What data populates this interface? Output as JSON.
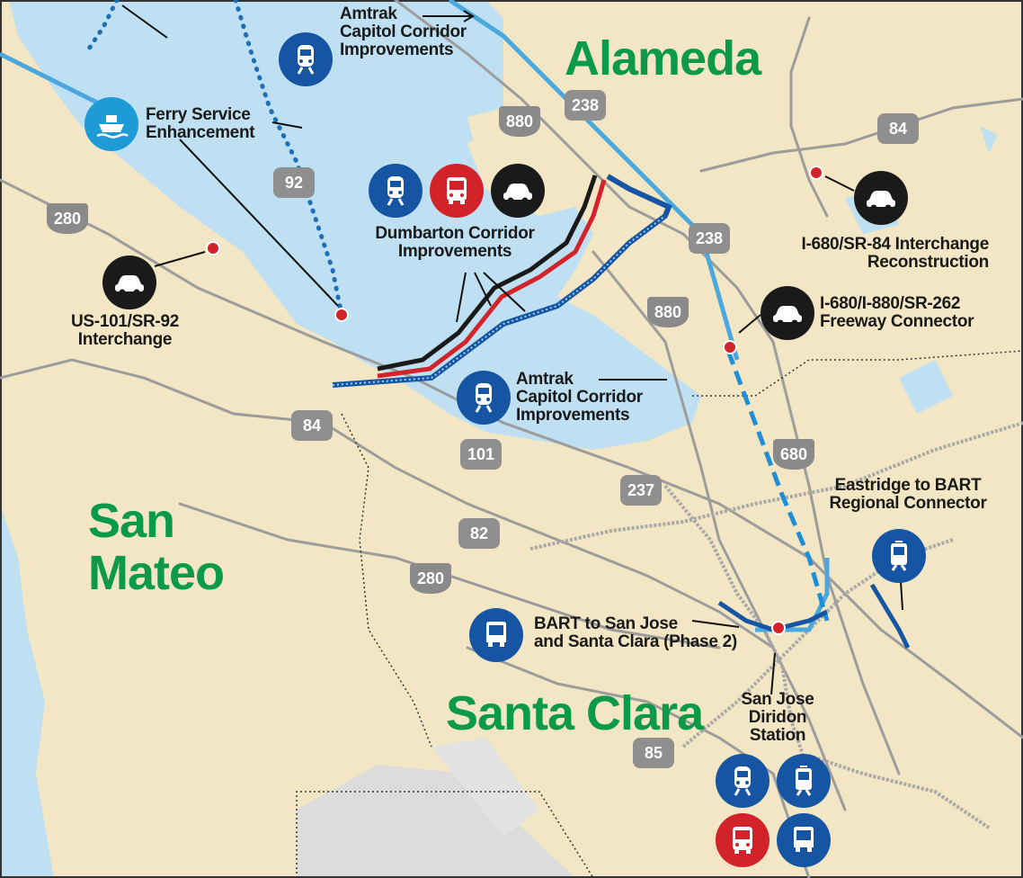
{
  "counties": {
    "alameda": "Alameda",
    "san_mateo": "San Mateo",
    "santa_clara": "Santa Clara"
  },
  "projects": {
    "amtrak_north": "Amtrak Capitol Corridor Improvements",
    "ferry": "Ferry Service Enhancement",
    "dumbarton": "Dumbarton Corridor Improvements",
    "us101_sr92": "US-101/SR-92 Interchange",
    "i680_sr84": "I-680/SR-84 Interchange Reconstruction",
    "i680_i880_sr262": "I-680/I-880/SR-262 Freeway Connector",
    "amtrak_south": "Amtrak Capitol Corridor Improvements",
    "eastridge": "Eastridge to BART Regional Connector",
    "bart_sj": "BART to San Jose and Santa Clara (Phase 2)",
    "diridon": "San Jose Diridon Station"
  },
  "labels": {
    "amtrak_north": [
      "Amtrak",
      "Capitol Corridor",
      "Improvements"
    ],
    "ferry": [
      "Ferry Service",
      "Enhancement"
    ],
    "dumbarton": [
      "Dumbarton Corridor",
      "Improvements"
    ],
    "us101_sr92": [
      "US-101/SR-92",
      "Interchange"
    ],
    "i680_sr84": [
      "I-680/SR-84 Interchange",
      "Reconstruction"
    ],
    "i680_i880_sr262": [
      "I-680/I-880/SR-262",
      "Freeway Connector"
    ],
    "amtrak_south": [
      "Amtrak",
      "Capitol Corridor",
      "Improvements"
    ],
    "eastridge": [
      "Eastridge to BART",
      "Regional Connector"
    ],
    "bart_sj": [
      "BART to San Jose",
      "and Santa Clara (Phase 2)"
    ],
    "diridon": [
      "San Jose",
      "Diridon",
      "Station"
    ]
  },
  "routes": {
    "r880a": "880",
    "r238a": "238",
    "r84a": "84",
    "r92": "92",
    "r280a": "280",
    "r238b": "238",
    "r880b": "880",
    "r84b": "84",
    "r101": "101",
    "r680": "680",
    "r237": "237",
    "r82": "82",
    "r280b": "280",
    "r85": "85"
  },
  "icons": {
    "train": "train-icon",
    "bus": "bus-icon",
    "car": "car-icon",
    "ferry": "ferry-icon",
    "light_rail": "light-rail-icon",
    "bart": "bart-icon"
  },
  "colors": {
    "land": "#f3e6c4",
    "water": "#bfe0f2",
    "green_county": "#0a9a4a",
    "blue_icon": "#1555a3",
    "red_icon": "#d2232a",
    "black_icon": "#1a1a1a",
    "cyan_icon": "#1e9ad6",
    "shield": "#8f8f8f"
  }
}
